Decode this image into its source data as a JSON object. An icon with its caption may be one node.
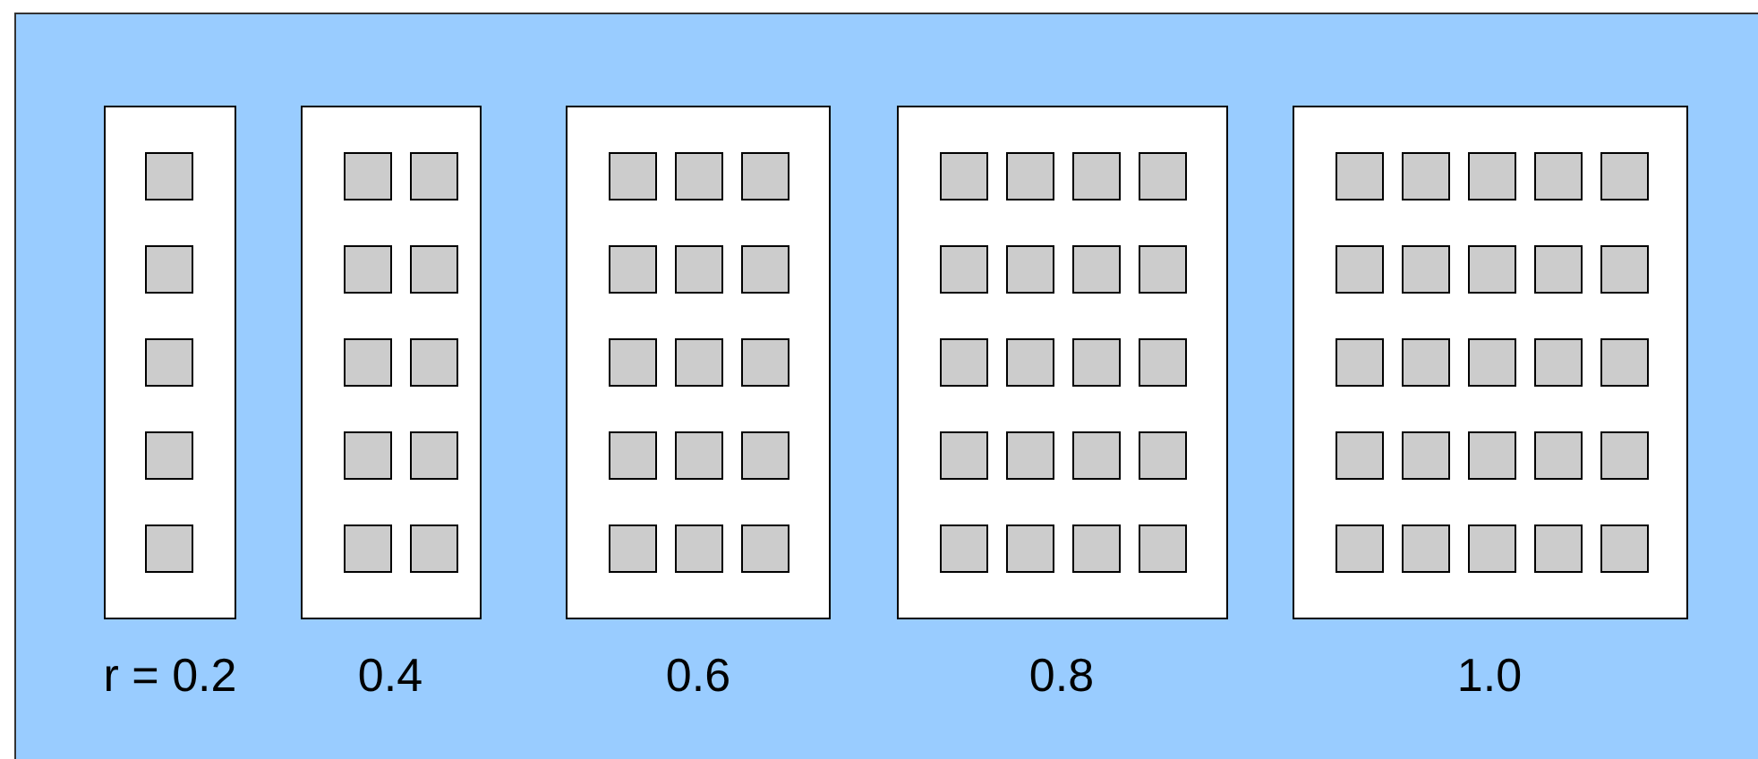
{
  "diagram": {
    "labels": [
      "r = 0.2",
      "0.4",
      "0.6",
      "0.8",
      "1.0"
    ]
  }
}
